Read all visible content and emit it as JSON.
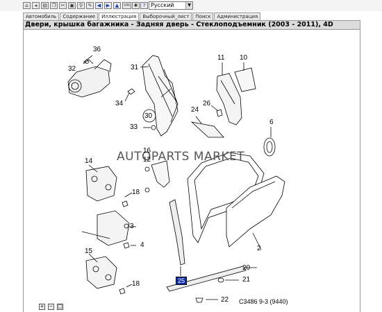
{
  "toolbar": {
    "icons": [
      "home-icon",
      "back-icon",
      "print-icon",
      "copy-icon",
      "cut-icon",
      "paste-icon",
      "find-icon",
      "back-arrow-icon",
      "forward-arrow-icon",
      "up-arrow-icon",
      "vin-icon",
      "gear-icon",
      "note-icon",
      "help-icon"
    ],
    "language": "Русский"
  },
  "tabs": [
    "Автомобиль",
    "Содержание",
    "Иллюстрация",
    "Выборочный_лист",
    "Поиск",
    "Администрация"
  ],
  "active_tab": "Иллюстрация",
  "title": "Двери, крышка багажника - Задняя дверь - Стеклоподъемник   (2003 - 2011), 4D",
  "watermark": "AUTOPARTS MARKET",
  "parts": {
    "p36": "36",
    "p32": "32",
    "p34": "34",
    "p31": "31",
    "p30": "30",
    "p33": "33",
    "p11": "11",
    "p10": "10",
    "p26": "26",
    "p24": "24",
    "p6": "6",
    "p14": "14",
    "p16": "16",
    "p12": "12",
    "p18a": "18",
    "p15": "15",
    "p3": "3",
    "p4": "4",
    "p2": "2",
    "p20": "20",
    "p21": "21",
    "p25": "25",
    "p18b": "18",
    "p22": "22"
  },
  "image_ref": "C3486 9-3 (9440)",
  "zoom_controls": [
    "zoom-in-icon",
    "zoom-out-icon",
    "zoom-fit-icon"
  ],
  "colors": {
    "highlight": "#0f2fa8",
    "titlebar": "#dcdcdc"
  }
}
